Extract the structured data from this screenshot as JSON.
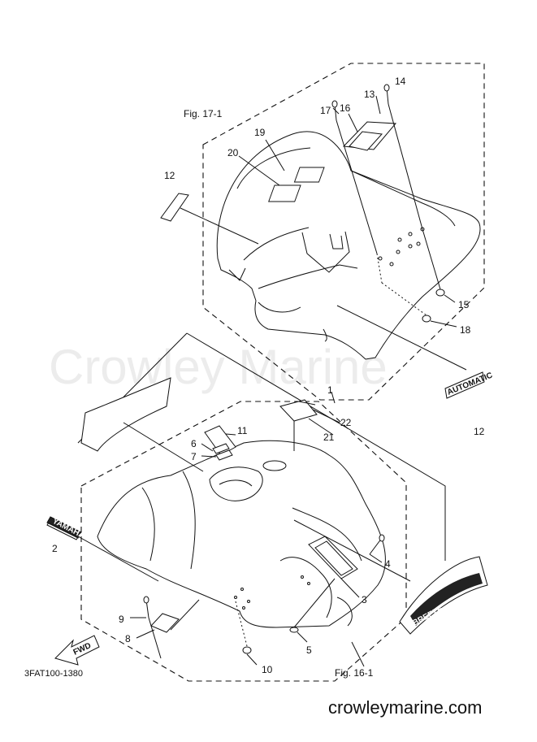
{
  "figure_refs": {
    "fig_17_1": "Fig. 17-1",
    "fig_16_1": "Fig. 16-1"
  },
  "diagram_code": "3FAT100-1380",
  "watermark": "Crowley Marine",
  "website": "crowleymarine.com",
  "decals": {
    "yamaha": "YAMAHA",
    "automatic": "AUTOMATIC",
    "breeze": "BREEZE",
    "fwd": "FWD"
  },
  "part_labels": {
    "p1": "1",
    "p2": "2",
    "p3": "3",
    "p4": "4",
    "p5": "5",
    "p6": "6",
    "p7": "7",
    "p8": "8",
    "p9": "9",
    "p10": "10",
    "p11": "11",
    "p12a": "12",
    "p12b": "12",
    "p13": "13",
    "p14": "14",
    "p15": "15",
    "p16": "16",
    "p17": "17",
    "p18": "18",
    "p19": "19",
    "p20": "20",
    "p21": "21",
    "p22": "22"
  }
}
